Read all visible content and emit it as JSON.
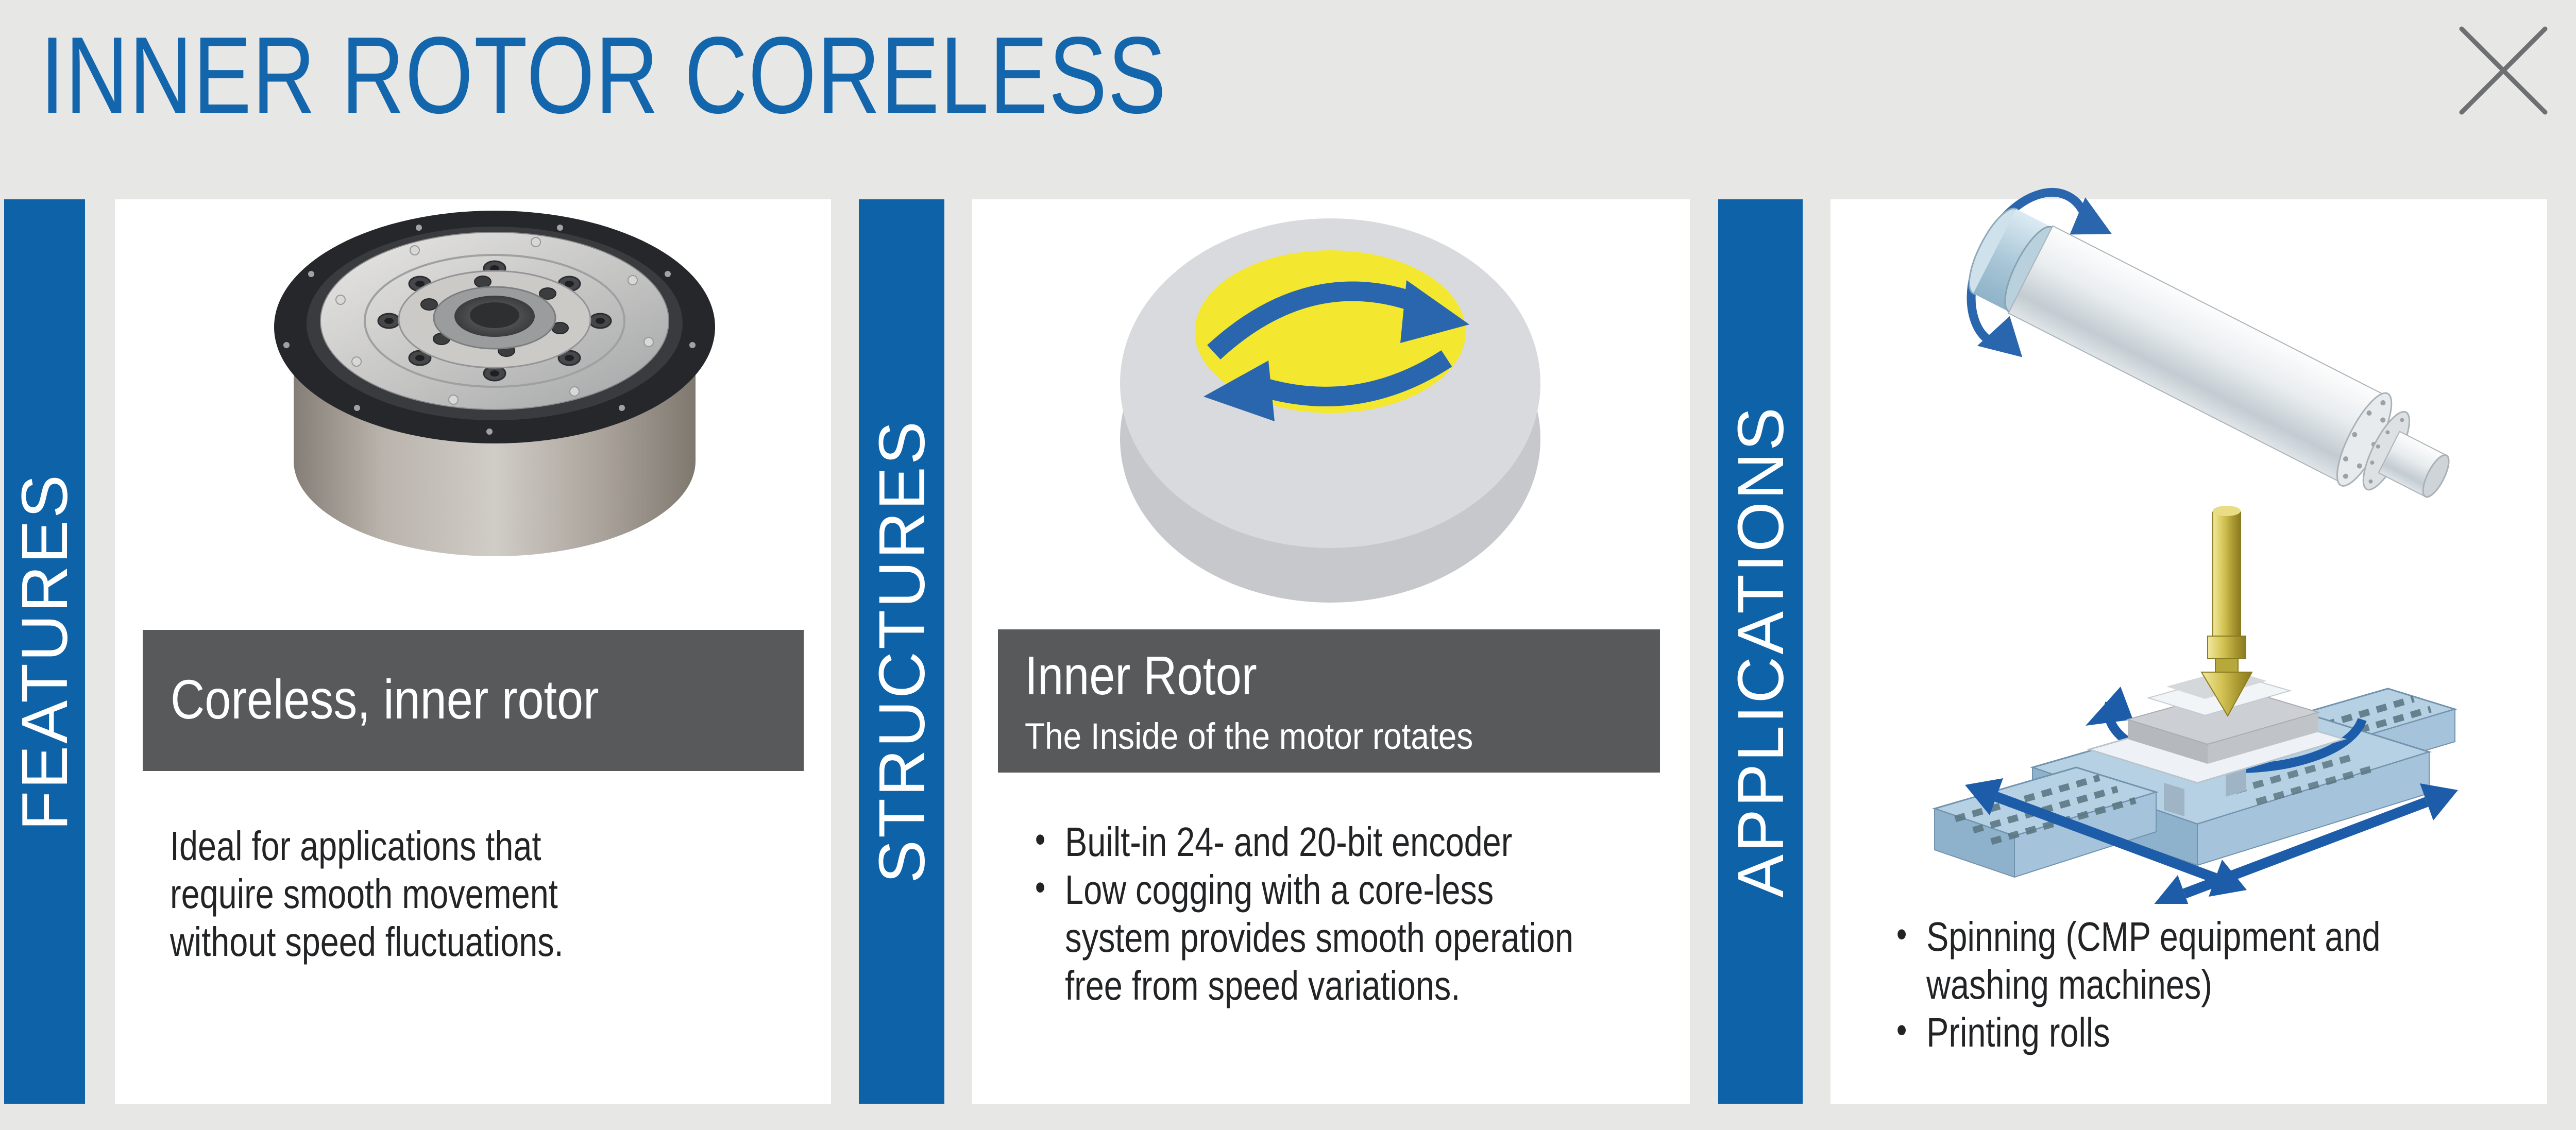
{
  "header": {
    "title": "INNER ROTOR CORELESS",
    "close_icon": "close-x"
  },
  "glyphs": {
    "bullet": "•"
  },
  "columns": {
    "features": {
      "tab": "FEATURES",
      "heading": "Coreless, inner rotor",
      "body": "Ideal for applications that require smooth movement without speed fluctuations.",
      "image": "coreless-motor-photo"
    },
    "structures": {
      "tab": "STRUCTURES",
      "heading": "Inner Rotor",
      "subheading": "The Inside of the motor rotates",
      "bullets": [
        "Built-in 24- and 20-bit encoder",
        "Low cogging with a core-less system provides smooth operation free from speed variations."
      ],
      "image": "rotating-disc-illustration"
    },
    "applications": {
      "tab": "APPLICATIONS",
      "bullets": [
        "Spinning (CMP equipment and washing machines)",
        "Printing rolls"
      ],
      "images": [
        "printing-roll-illustration",
        "cmp-equipment-illustration"
      ]
    }
  },
  "colors": {
    "accent_blue": "#0d62a8",
    "title_blue": "#1365ac",
    "heading_box_gray": "#58595b",
    "background_gray": "#e7e7e6",
    "panel_white": "#ffffff",
    "body_text": "#222325",
    "arrow_blue": "#2a66ad",
    "highlight_yellow": "#f3e730",
    "close_icon_gray": "#6e6f71"
  }
}
